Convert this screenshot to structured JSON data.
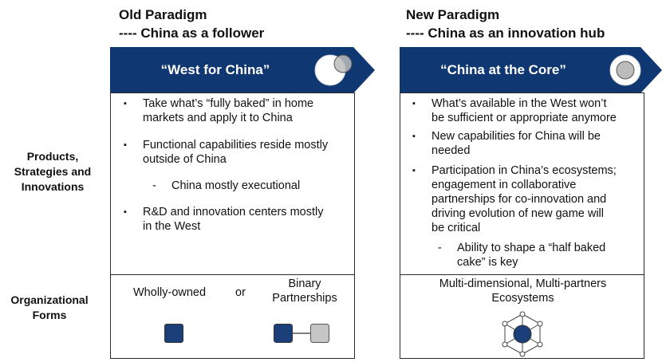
{
  "colors": {
    "navy": "#0f3872",
    "navy_square": "#1b3f78",
    "grey_square": "#c6c6c6"
  },
  "left": {
    "title": "Old Paradigm",
    "subtitle": "---- China as a follower",
    "banner": "“West for China”",
    "banner_icon": "overlapping-circles-icon",
    "bullets": [
      {
        "line1": "Take what’s “fully baked” in home",
        "line2": "markets and apply it to China"
      },
      {
        "line1": "Functional capabilities reside mostly",
        "line2": "outside of China"
      },
      {
        "line1": "China mostly executional"
      },
      {
        "line1": "R&D and innovation centers mostly",
        "line2": "in the West"
      }
    ],
    "org": {
      "option1": "Wholly-owned",
      "connector": "or",
      "option2_line1": "Binary",
      "option2_line2": "Partnerships"
    }
  },
  "right": {
    "title": "New Paradigm",
    "subtitle": "---- China as an innovation hub",
    "banner": "“China at the Core”",
    "banner_icon": "concentric-circle-icon",
    "bullets": [
      {
        "line1": "What’s available in the West won’t",
        "line2": "be sufficient or appropriate anymore"
      },
      {
        "line1": "New capabilities for China will be",
        "line2": "needed"
      },
      {
        "line1": "Participation in China’s ecosystems;",
        "line2": "engagement in collaborative",
        "line3": "partnerships for co-innovation and",
        "line4": "driving evolution of new game will",
        "line5": "be critical"
      },
      {
        "line1": "Ability to shape a “half baked",
        "line2": "cake” is key"
      }
    ],
    "org": {
      "line1": "Multi-dimensional, Multi-partners",
      "line2": "Ecosystems"
    }
  },
  "rows": {
    "products_line1": "Products,",
    "products_line2": "Strategies and",
    "products_line3": "Innovations",
    "org_line1": "Organizational",
    "org_line2": "Forms"
  },
  "markers": {
    "bullet": "▪",
    "dash": "-"
  }
}
